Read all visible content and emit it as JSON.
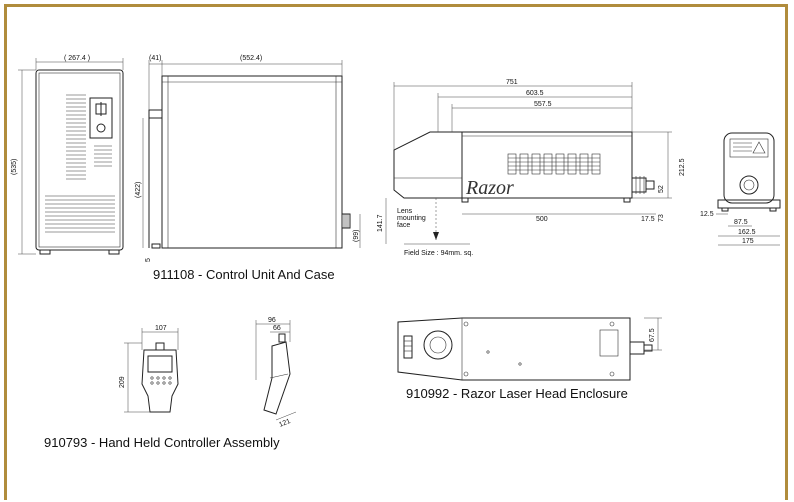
{
  "captions": {
    "control_unit": "911108 - Control Unit And Case",
    "laser_head": "910992 - Razor Laser Head Enclosure",
    "hand_held": "910793 - Hand Held Controller Assembly"
  },
  "brand_logo": "Razor",
  "control_unit_dims": {
    "width": "( 267.4 )",
    "depth_small": "(41)",
    "depth": "(552.4)",
    "height": "(535)",
    "inner_height": "(422)",
    "foot": "5",
    "side": "(99)"
  },
  "laser_head_dims": {
    "overall": "751",
    "d1": "603.5",
    "d2": "557.5",
    "base": "500",
    "end": "17.5",
    "height": "212.5",
    "connector": "52",
    "low": "73",
    "lens": "141.7",
    "lens_label_1": "Lens",
    "lens_label_2": "mounting",
    "lens_label_3": "face",
    "field": "Field Size : 94mm. sq."
  },
  "end_view_dims": {
    "a": "12.5",
    "b": "87.5",
    "c": "162.5",
    "d": "175"
  },
  "enclosure_dims": {
    "side": "67.5"
  },
  "hand_held_dims": {
    "width": "107",
    "height": "209",
    "side_w1": "96",
    "side_w2": "66",
    "angle": "121"
  },
  "colors": {
    "frame": "#b08c3c"
  }
}
